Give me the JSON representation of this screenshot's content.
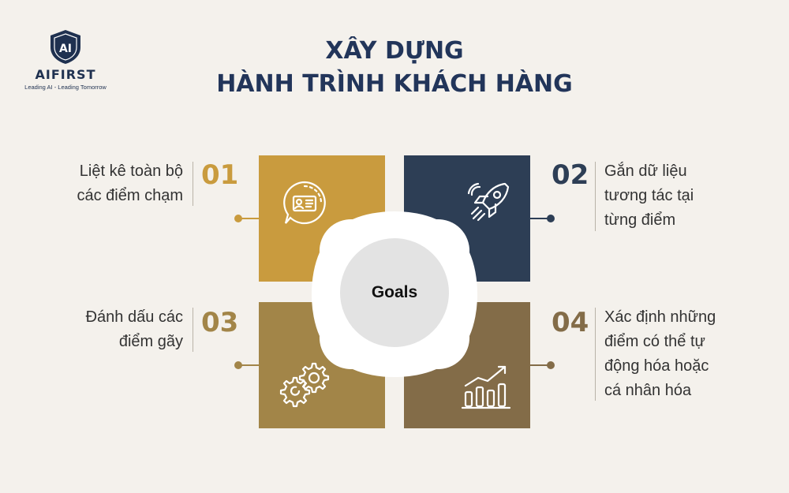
{
  "logo": {
    "mark": "AI",
    "name": "AIFIRST",
    "tagline": "Leading AI - Leading Tomorrow"
  },
  "title": {
    "line1": "XÂY DỰNG",
    "line2": "HÀNH TRÌNH KHÁCH HÀNG"
  },
  "center": {
    "label": "Goals"
  },
  "steps": [
    {
      "number": "01",
      "lines": [
        "Liệt kê toàn bộ",
        "các điểm chạm"
      ],
      "color": "#c99b3e",
      "icon": "id-card-chat-icon"
    },
    {
      "number": "02",
      "lines": [
        "Gắn dữ liệu",
        "tương tác tại",
        "từng điểm"
      ],
      "color": "#2d3e55",
      "icon": "rocket-icon"
    },
    {
      "number": "03",
      "lines": [
        "Đánh dấu các",
        "điểm gãy"
      ],
      "color": "#a28548",
      "icon": "gears-icon"
    },
    {
      "number": "04",
      "lines": [
        "Xác định những",
        "điểm có thể tự",
        "động hóa hoặc",
        "cá nhân hóa"
      ],
      "color": "#836c48",
      "icon": "growth-chart-icon"
    }
  ]
}
